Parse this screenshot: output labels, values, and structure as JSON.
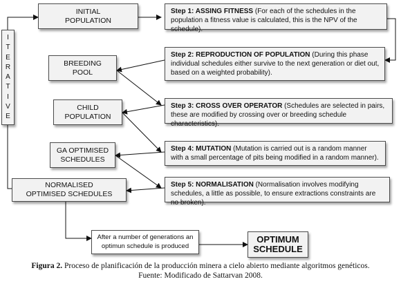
{
  "iterative_letters": [
    "I",
    "T",
    "E",
    "R",
    "A",
    "T",
    "I",
    "V",
    "E"
  ],
  "left_boxes": {
    "initial_population": "INITIAL\nPOPULATION",
    "breeding_pool": "BREEDING\nPOOL",
    "child_population": "CHILD\nPOPULATION",
    "ga_optimised": "GA OPTIMISED\nSCHEDULES",
    "normalised": "NORMALISED\nOPTIMISED SCHEDULES"
  },
  "steps": [
    {
      "head": "Step 1: ASSING FITNESS",
      "body": " (For each of the schedules in the population a fitness value is calculated, this is the NPV of the schedule)."
    },
    {
      "head": "Step 2: REPRODUCTION  OF POPULATION",
      "body": " (During this phase individual schedules either survive  to the next generation or diet out, based on a weighted probability)."
    },
    {
      "head": "Step 3: CROSS OVER OPERATOR",
      "body": " (Schedules are selected in pairs, these are modified by crossing over or breeding  schedule characteristics)."
    },
    {
      "head": "Step 4: MUTATION",
      "body": " (Mutation is carried out is a random manner with a small percentage of pits being modified in a random manner)."
    },
    {
      "head": "Step 5: NORMALISATION",
      "body": " (Normalisation involves  modifying schedules, a little as possible, to ensure extractions constraints are no broken)."
    }
  ],
  "note": "After a number of generations an optimun schedule is produced",
  "optimum": "OPTIMUM\nSCHEDULE",
  "caption": {
    "label": "Figura 2.",
    "text": " Proceso de planificación de la producción minera a cielo abierto mediante algoritmos genéticos.",
    "source": "Fuente: Modificado de Sattarvan 2008."
  }
}
